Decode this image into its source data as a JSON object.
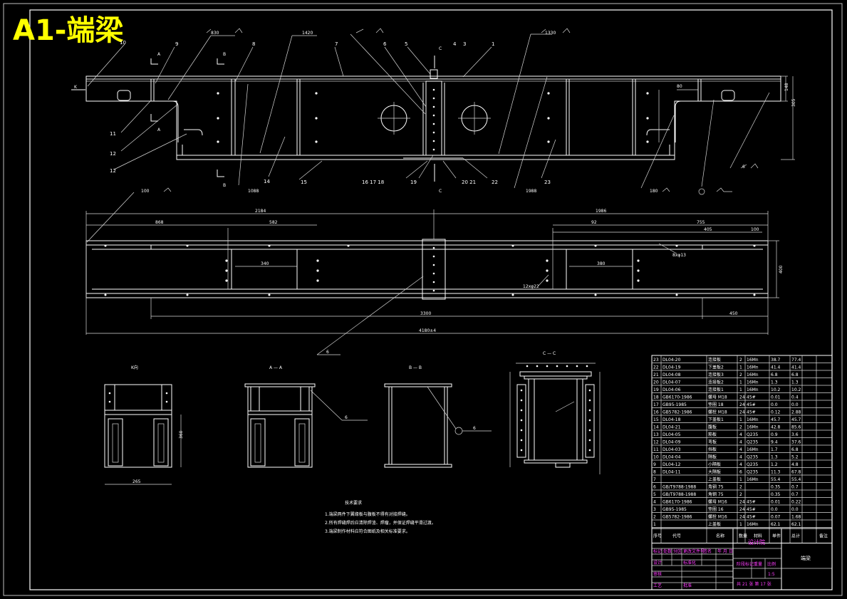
{
  "title": "A1-端梁",
  "balloons": {
    "b1": "1",
    "b3": "3",
    "b4": "4",
    "b5": "5",
    "b6": "6",
    "b7": "7",
    "b8": "8",
    "b9": "9",
    "b10": "10",
    "b11": "11",
    "b12a": "12",
    "b12b": "12",
    "b14": "14",
    "b15": "15",
    "b161718": "16 17 18",
    "b19": "19",
    "b2021": "20 21",
    "b22": "22",
    "b23": "23"
  },
  "welds": {
    "w830": "830",
    "w1420": "1420",
    "w1330": "1330",
    "w1088": "1088",
    "w1988": "1988",
    "w100": "100",
    "w180": "180",
    "w6": "6"
  },
  "sections": {
    "a": "A",
    "b": "B",
    "c": "C",
    "k": "K",
    "aa": "A — A",
    "bb": "B — B",
    "cc": "C — C",
    "kview": "K向"
  },
  "dims": {
    "d2184": "2184",
    "d1986": "1986",
    "d868": "868",
    "d582": "582",
    "d755": "755",
    "d92": "92",
    "d405": "405",
    "d100": "100",
    "d340": "340",
    "d380": "380",
    "d3300": "3300",
    "d450": "450",
    "d4180": "4180±4",
    "d400": "400",
    "h148": "148",
    "h305": "305",
    "d80": "80",
    "d265": "265",
    "d360": "360",
    "hole1": "8xφ13",
    "hole2": "12xφ22"
  },
  "notes": {
    "heading": "技术要求",
    "n1": "1.端梁两件下翼缘板与腹板不得有对接焊缝。",
    "n2": "2.所有焊缝焊后应清除焊渣、焊瘤，并保证焊缝平滑过渡。",
    "n3": "3.端梁制作材料应符合图纸及相关标准要求。"
  },
  "bom": {
    "rows": [
      [
        "23",
        "DL04-20",
        "连接板",
        "2",
        "16Mn",
        "38.7",
        "77.4"
      ],
      [
        "22",
        "DL04-19",
        "下盖板2",
        "1",
        "16Mn",
        "41.4",
        "41.4"
      ],
      [
        "21",
        "DL04-08",
        "连接板3",
        "2",
        "16Mn",
        "6.8",
        "6.8"
      ],
      [
        "20",
        "DL04-07",
        "连接板2",
        "1",
        "16Mn",
        "1.3",
        "1.3"
      ],
      [
        "19",
        "DL04-06",
        "连接板1",
        "1",
        "16Mn",
        "10.2",
        "10.2"
      ],
      [
        "18",
        "GB6170-1986",
        "螺母 M18",
        "24",
        "45#",
        "0.01",
        "0.4"
      ],
      [
        "17",
        "GB95-1985",
        "垫圈 18",
        "24",
        "45#",
        "0.0",
        "0.0"
      ],
      [
        "16",
        "GB5782-1986",
        "螺栓 M18",
        "24",
        "45#",
        "0.12",
        "2.88"
      ],
      [
        "15",
        "DL04-18",
        "下盖板1",
        "1",
        "16Mn",
        "45.7",
        "45.7"
      ],
      [
        "14",
        "DL04-21",
        "腹板",
        "2",
        "16Mn",
        "42.8",
        "85.6"
      ],
      [
        "13",
        "DL04-05",
        "筋板",
        "4",
        "Q235",
        "0.9",
        "3.6"
      ],
      [
        "12",
        "DL04-09",
        "弯板",
        "4",
        "Q235",
        "9.4",
        "37.6"
      ],
      [
        "11",
        "DL04-03",
        "挡板",
        "4",
        "16Mn",
        "1.7",
        "6.8"
      ],
      [
        "10",
        "DL04-04",
        "隔板",
        "4",
        "Q235",
        "1.3",
        "5.2"
      ],
      [
        "9",
        "DL04-12",
        "小隔板",
        "4",
        "Q235",
        "1.2",
        "4.8"
      ],
      [
        "8",
        "DL04-11",
        "大隔板",
        "6",
        "Q235",
        "11.3",
        "67.8"
      ],
      [
        "7",
        "",
        "上盖板",
        "1",
        "16Mn",
        "55.4",
        "55.4"
      ],
      [
        "6",
        "GB/T9788-1988",
        "角钢 75",
        "2",
        "",
        "0.35",
        "0.7"
      ],
      [
        "5",
        "GB/T9788-1988",
        "角钢 75",
        "2",
        "",
        "0.35",
        "0.7"
      ],
      [
        "4",
        "GB6170-1986",
        "螺母 M16",
        "24",
        "45#",
        "0.01",
        "0.22"
      ],
      [
        "3",
        "GB95-1985",
        "垫圈 16",
        "24",
        "45#",
        "0.0",
        "0.0"
      ],
      [
        "2",
        "GB5782-1986",
        "螺栓 M16",
        "24",
        "45#",
        "0.07",
        "1.68"
      ],
      [
        "1",
        "",
        "上盖板",
        "1",
        "16Mn",
        "62.1",
        "62.1"
      ]
    ],
    "header": [
      "序号",
      "代号",
      "名称",
      "数量",
      "材料",
      "单件",
      "总计",
      "备注"
    ],
    "dept": "设计院",
    "part_name": "端梁",
    "scale": "1:5",
    "sheet": "共 21 张  第 17 张",
    "stage": "阶段标记",
    "weight": "重量",
    "ratio": "比例",
    "design": "设计",
    "review": "审核",
    "craft": "工艺",
    "approve": "批准",
    "std": "标准化",
    "mark": "标记",
    "count": "处数",
    "zone": "分区",
    "docno": "更改文件号",
    "sign": "签名",
    "date": "年 月 日"
  }
}
